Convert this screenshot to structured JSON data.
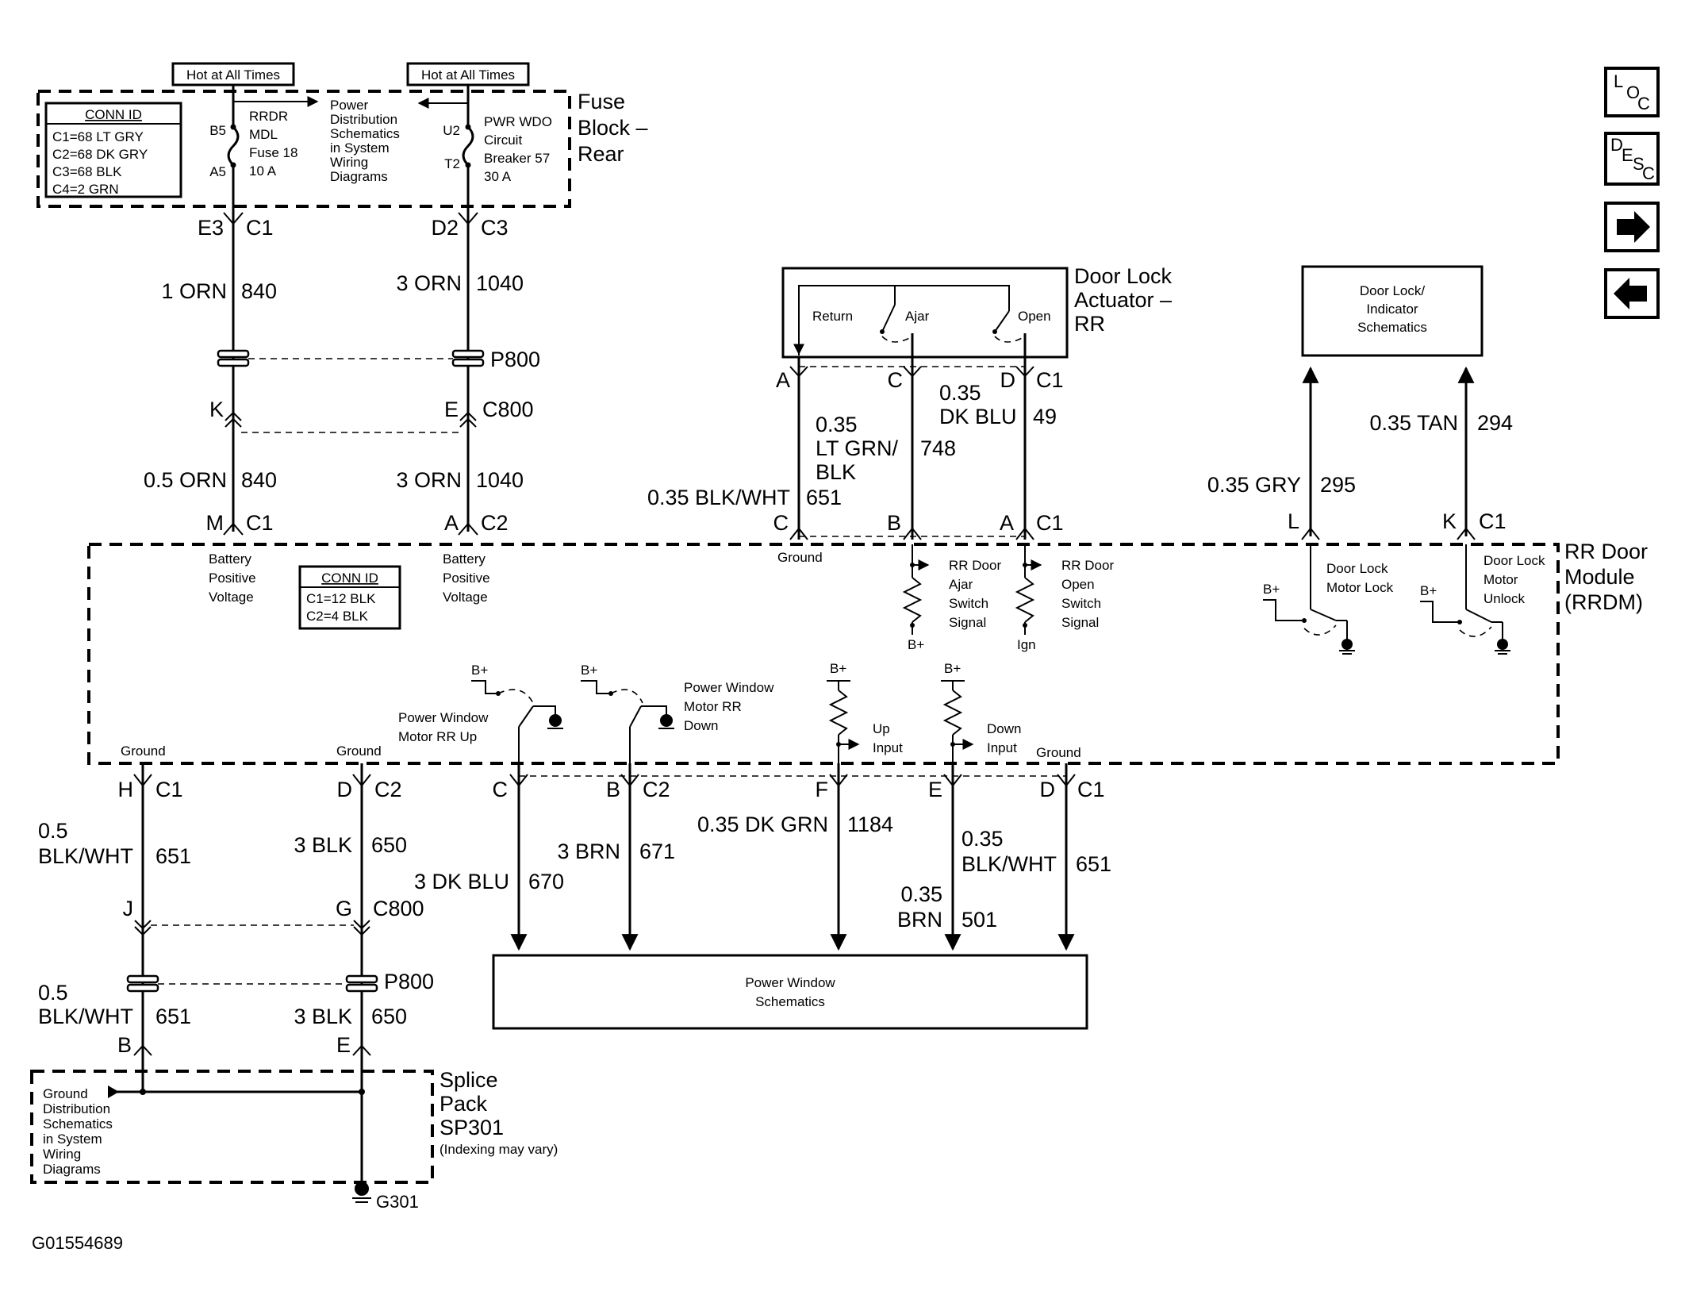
{
  "fuse_block": {
    "title": [
      "Fuse",
      "Block –",
      "Rear"
    ],
    "hot_left": "Hot at All Times",
    "hot_right": "Hot at All Times",
    "conn_title": "CONN ID",
    "conn_lines": [
      "C1=68 LT GRY",
      "C2=68 DK GRY",
      "C3=68 BLK",
      "C4=2 GRN"
    ],
    "fuse_pins": [
      "B5",
      "A5"
    ],
    "fuse_label": [
      "RRDR",
      "MDL",
      "Fuse 18",
      "10 A"
    ],
    "power_dist": [
      "Power",
      "Distribution",
      "Schematics",
      "in System",
      "Wiring",
      "Diagrams"
    ],
    "breaker_pins": [
      "U2",
      "T2"
    ],
    "breaker_label": [
      "PWR WDO",
      "Circuit",
      "Breaker 57",
      "30 A"
    ]
  },
  "top_wires": {
    "left_conn": [
      "E3",
      "C1"
    ],
    "right_conn": [
      "D2",
      "C3"
    ],
    "left_wire": [
      "1 ORN",
      "840"
    ],
    "right_wire": [
      "3 ORN",
      "1040"
    ],
    "p800": "P800",
    "k": "K",
    "e": "E",
    "c800": "C800",
    "left_wire2": [
      "0.5 ORN",
      "840"
    ],
    "right_wire2": [
      "3 ORN",
      "1040"
    ],
    "m_conn": [
      "M",
      "C1"
    ],
    "a_conn": [
      "A",
      "C2"
    ]
  },
  "door_lock_actuator": {
    "title": [
      "Door Lock",
      "Actuator –",
      "RR"
    ],
    "return": "Return",
    "ajar": "Ajar",
    "open": "Open",
    "pins_top": [
      "A",
      "C",
      "D",
      "C1"
    ],
    "wire_ltgrn": [
      "0.35",
      "LT GRN/",
      "BLK",
      "748"
    ],
    "wire_dkblu": [
      "0.35",
      "DK BLU",
      "49"
    ],
    "wire_blkwht": [
      "0.35 BLK/WHT",
      "651"
    ],
    "pins_bottom": [
      "C",
      "B",
      "A",
      "C1"
    ]
  },
  "door_lock_indicator": {
    "box": [
      "Door Lock/",
      "Indicator",
      "Schematics"
    ],
    "wire_gry": [
      "0.35 GRY",
      "295"
    ],
    "wire_tan": [
      "0.35 TAN",
      "294"
    ],
    "pins": [
      "L",
      "K",
      "C1"
    ]
  },
  "module": {
    "title": [
      "RR Door",
      "Module",
      "(RRDM)"
    ],
    "bat_left": [
      "Battery",
      "Positive",
      "Voltage"
    ],
    "bat_right": [
      "Battery",
      "Positive",
      "Voltage"
    ],
    "conn_title": "CONN ID",
    "conn_lines": [
      "C1=12 BLK",
      "C2=4 BLK"
    ],
    "ground_top": "Ground",
    "ajar_signal": [
      "RR Door",
      "Ajar",
      "Switch",
      "Signal"
    ],
    "open_signal": [
      "RR Door",
      "Open",
      "Switch",
      "Signal"
    ],
    "bplus": "B+",
    "ign": "Ign",
    "lock_label": [
      "Door Lock",
      "Motor Lock"
    ],
    "unlock_label": [
      "Door Lock",
      "Motor",
      "Unlock"
    ],
    "pw_up": [
      "Power Window",
      "Motor RR Up"
    ],
    "pw_down": [
      "Power Window",
      "Motor RR",
      "Down"
    ],
    "up_input": [
      "Up",
      "Input"
    ],
    "down_input": [
      "Down",
      "Input"
    ],
    "ground": "Ground"
  },
  "bottom_wires": {
    "h_conn": [
      "H",
      "C1"
    ],
    "d_conn": [
      "D",
      "C2"
    ],
    "c_pin": "C",
    "b_conn": [
      "B",
      "C2"
    ],
    "f_pin": "F",
    "e_pin": "E",
    "d2_conn": [
      "D",
      "C1"
    ],
    "w651": [
      "0.5",
      "BLK/WHT",
      "651"
    ],
    "w650": [
      "3 BLK",
      "650"
    ],
    "w670": [
      "3 DK BLU",
      "670"
    ],
    "w671": [
      "3 BRN",
      "671"
    ],
    "w1184": [
      "0.35 DK GRN",
      "1184"
    ],
    "w501": [
      "0.35",
      "BRN",
      "501"
    ],
    "w651b": [
      "0.35",
      "BLK/WHT",
      "651"
    ],
    "j": "J",
    "g_conn": [
      "G",
      "C800"
    ],
    "p800": "P800",
    "w651c": [
      "0.5",
      "BLK/WHT",
      "651"
    ],
    "w650b": [
      "3 BLK",
      "650"
    ],
    "b": "B",
    "e": "E"
  },
  "power_window_box": [
    "Power Window",
    "Schematics"
  ],
  "splice": {
    "title": [
      "Splice",
      "Pack",
      "SP301"
    ],
    "note": "(Indexing may vary)",
    "ground_dist": [
      "Ground",
      "Distribution",
      "Schematics",
      "in System",
      "Wiring",
      "Diagrams"
    ],
    "ground_id": "G301"
  },
  "figure_id": "G01554689",
  "nav": {
    "loc": [
      "L",
      "O",
      "C"
    ],
    "desc": [
      "D",
      "E",
      "S",
      "C"
    ],
    "forward_icon": "arrow-right",
    "back_icon": "arrow-left"
  }
}
